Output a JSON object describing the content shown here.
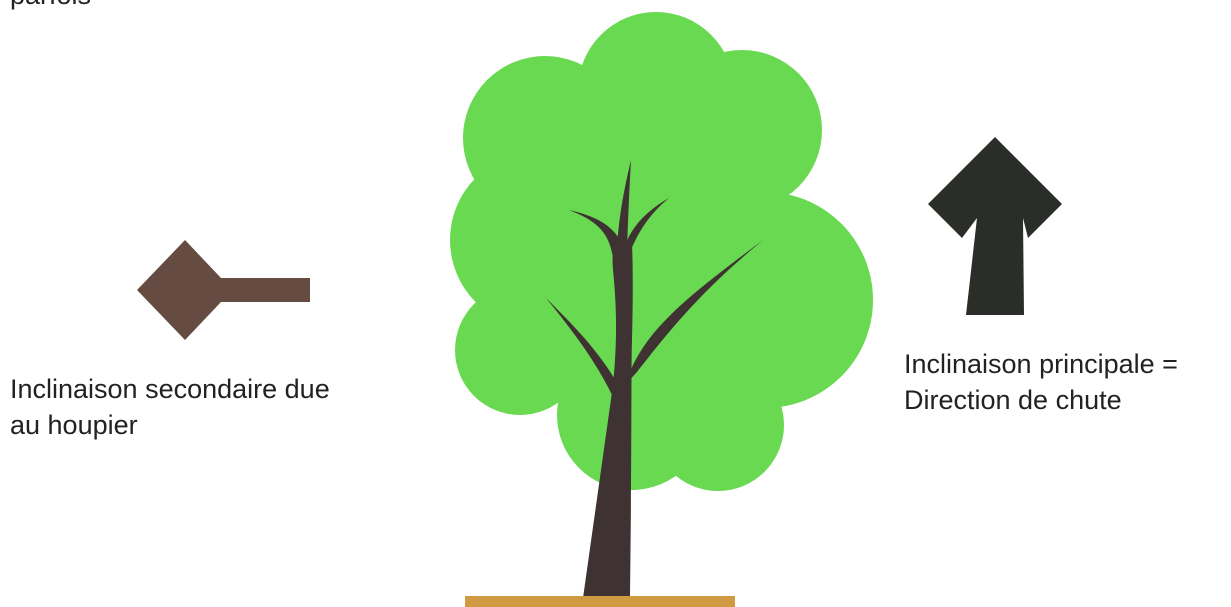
{
  "labels": {
    "top_partial": "parfois",
    "secondary": "Inclinaison secondaire due\nau houpier",
    "primary": "Inclinaison principale =\nDirection de chute"
  },
  "colors": {
    "foliage": "#6ad952",
    "trunk": "#3e3232",
    "ground": "#d09a42",
    "secondary_arrow": "#654b42",
    "primary_arrow": "#2b2d28",
    "text": "#222222"
  },
  "icons": {
    "secondary_arrow": "arrow-left-icon",
    "primary_arrow": "arrow-up-icon",
    "tree": "tree-icon"
  }
}
